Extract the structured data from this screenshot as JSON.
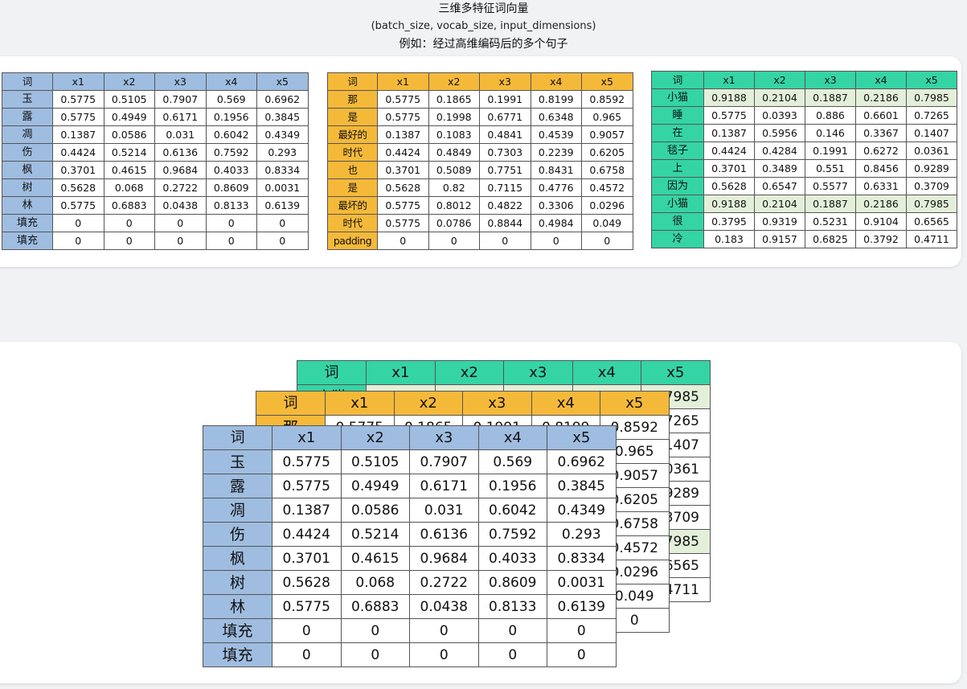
{
  "header": {
    "title": "三维多特征词向量",
    "subtitle": "(batch_size,  vocab_size,  input_dimensions)",
    "example": "例如：经过高维编码后的多个句子"
  },
  "columns": [
    "词",
    "x1",
    "x2",
    "x3",
    "x4",
    "x5"
  ],
  "colors": {
    "blue": "#9fbde0",
    "orange": "#f5b93a",
    "green": "#35d4a4",
    "highlight": "#e4efd9"
  },
  "tables": [
    {
      "theme": "blue",
      "rows": [
        {
          "w": "玉",
          "v": [
            "0.5775",
            "0.5105",
            "0.7907",
            "0.569",
            "0.6962"
          ]
        },
        {
          "w": "露",
          "v": [
            "0.5775",
            "0.4949",
            "0.6171",
            "0.1956",
            "0.3845"
          ]
        },
        {
          "w": "凋",
          "v": [
            "0.1387",
            "0.0586",
            "0.031",
            "0.6042",
            "0.4349"
          ]
        },
        {
          "w": "伤",
          "v": [
            "0.4424",
            "0.5214",
            "0.6136",
            "0.7592",
            "0.293"
          ]
        },
        {
          "w": "枫",
          "v": [
            "0.3701",
            "0.4615",
            "0.9684",
            "0.4033",
            "0.8334"
          ]
        },
        {
          "w": "树",
          "v": [
            "0.5628",
            "0.068",
            "0.2722",
            "0.8609",
            "0.0031"
          ]
        },
        {
          "w": "林",
          "v": [
            "0.5775",
            "0.6883",
            "0.0438",
            "0.8133",
            "0.6139"
          ]
        },
        {
          "w": "填充",
          "v": [
            "0",
            "0",
            "0",
            "0",
            "0"
          ]
        },
        {
          "w": "填充",
          "v": [
            "0",
            "0",
            "0",
            "0",
            "0"
          ]
        }
      ]
    },
    {
      "theme": "orange",
      "rows": [
        {
          "w": "那",
          "v": [
            "0.5775",
            "0.1865",
            "0.1991",
            "0.8199",
            "0.8592"
          ]
        },
        {
          "w": "是",
          "v": [
            "0.5775",
            "0.1998",
            "0.6771",
            "0.6348",
            "0.965"
          ]
        },
        {
          "w": "最好的",
          "v": [
            "0.1387",
            "0.1083",
            "0.4841",
            "0.4539",
            "0.9057"
          ]
        },
        {
          "w": "时代",
          "v": [
            "0.4424",
            "0.4849",
            "0.7303",
            "0.2239",
            "0.6205"
          ]
        },
        {
          "w": "也",
          "v": [
            "0.3701",
            "0.5089",
            "0.7751",
            "0.8431",
            "0.6758"
          ]
        },
        {
          "w": "是",
          "v": [
            "0.5628",
            "0.82",
            "0.7115",
            "0.4776",
            "0.4572"
          ]
        },
        {
          "w": "最坏的",
          "v": [
            "0.5775",
            "0.8012",
            "0.4822",
            "0.3306",
            "0.0296"
          ]
        },
        {
          "w": "时代",
          "v": [
            "0.5775",
            "0.0786",
            "0.8844",
            "0.4984",
            "0.049"
          ]
        },
        {
          "w": "padding",
          "v": [
            "0",
            "0",
            "0",
            "0",
            "0"
          ]
        }
      ]
    },
    {
      "theme": "green",
      "rows": [
        {
          "w": "小猫",
          "v": [
            "0.9188",
            "0.2104",
            "0.1887",
            "0.2186",
            "0.7985"
          ],
          "hl": true
        },
        {
          "w": "睡",
          "v": [
            "0.5775",
            "0.0393",
            "0.886",
            "0.6601",
            "0.7265"
          ]
        },
        {
          "w": "在",
          "v": [
            "0.1387",
            "0.5956",
            "0.146",
            "0.3367",
            "0.1407"
          ]
        },
        {
          "w": "毯子",
          "v": [
            "0.4424",
            "0.4284",
            "0.1991",
            "0.6272",
            "0.0361"
          ]
        },
        {
          "w": "上",
          "v": [
            "0.3701",
            "0.3489",
            "0.551",
            "0.8456",
            "0.9289"
          ]
        },
        {
          "w": "因为",
          "v": [
            "0.5628",
            "0.6547",
            "0.5577",
            "0.6331",
            "0.3709"
          ]
        },
        {
          "w": "小猫",
          "v": [
            "0.9188",
            "0.2104",
            "0.1887",
            "0.2186",
            "0.7985"
          ],
          "hl": true
        },
        {
          "w": "很",
          "v": [
            "0.3795",
            "0.9319",
            "0.5231",
            "0.9104",
            "0.6565"
          ]
        },
        {
          "w": "冷",
          "v": [
            "0.183",
            "0.9157",
            "0.6825",
            "0.3792",
            "0.4711"
          ]
        }
      ]
    }
  ]
}
